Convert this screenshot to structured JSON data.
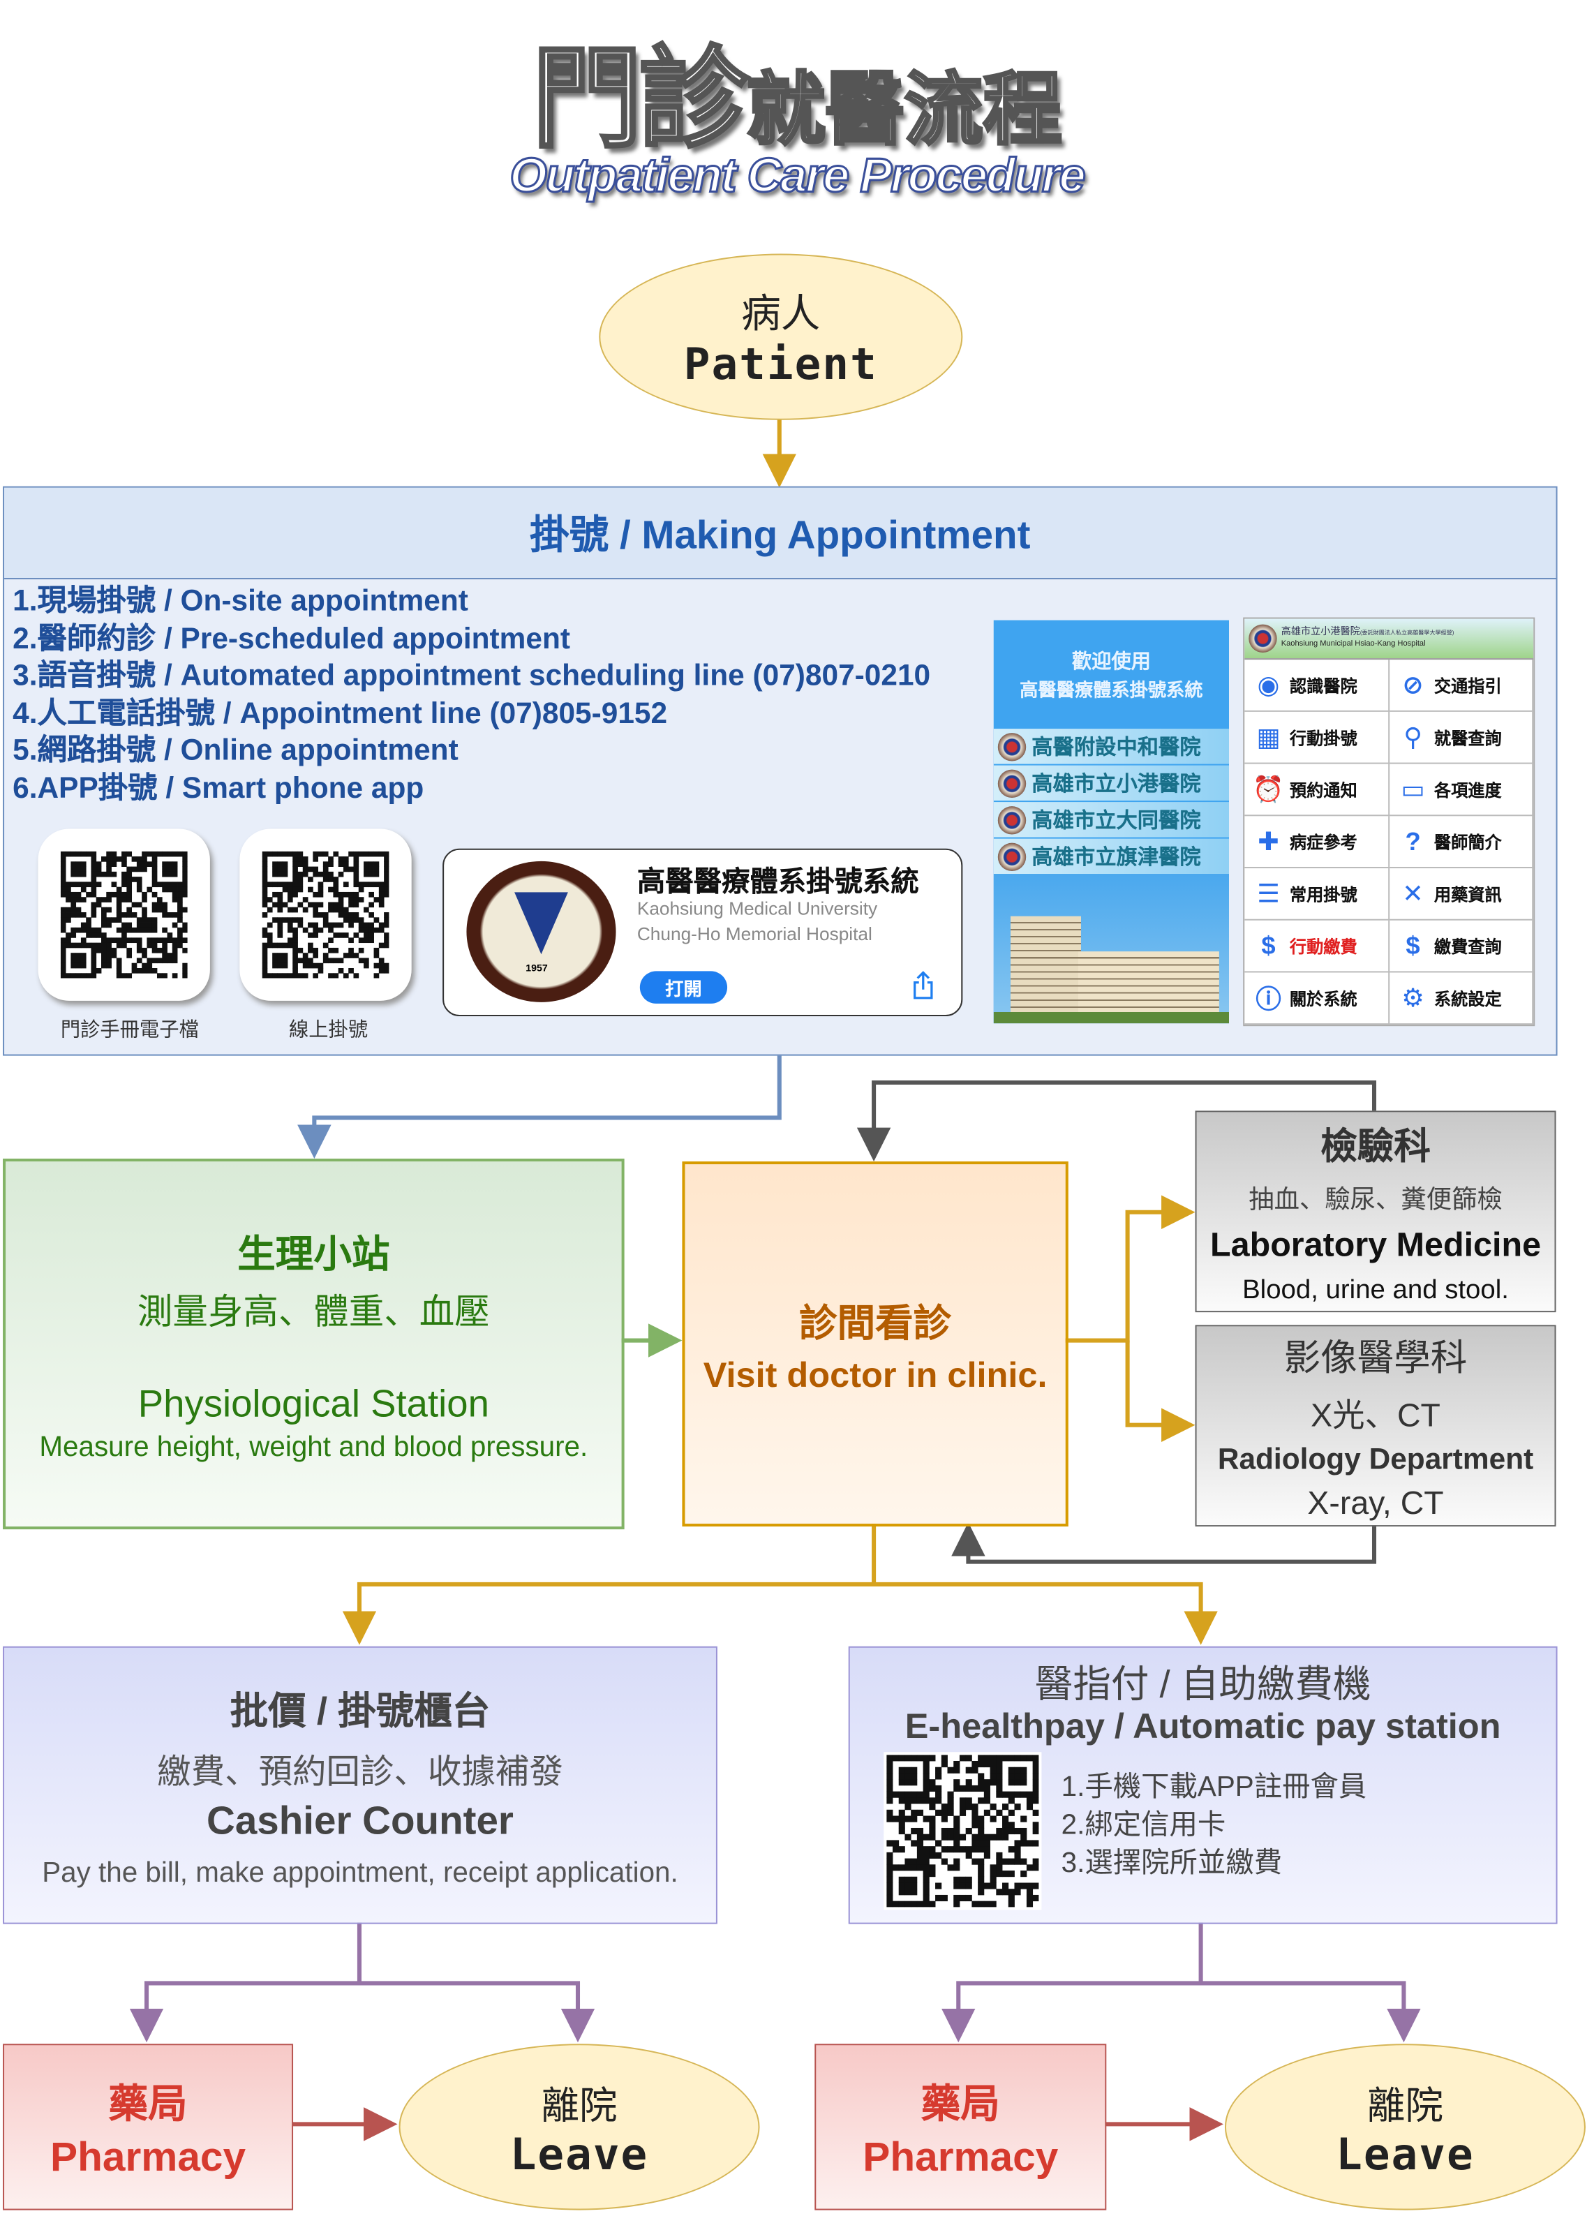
{
  "title": {
    "chinese_large": "門診",
    "chinese_rest": "就醫流程",
    "english": "Outpatient Care Procedure"
  },
  "patient": {
    "zh": "病人",
    "en": "Patient"
  },
  "appointment": {
    "title": "掛號 / Making Appointment",
    "items": [
      "1.現場掛號 / On-site appointment",
      "2.醫師約診 / Pre-scheduled appointment",
      "3.語音掛號 / Automated appointment scheduling line (07)807-0210",
      "4.人工電話掛號 / Appointment line (07)805-9152",
      "5.網路掛號 / Online appointment",
      "6.APP掛號 / Smart phone app"
    ],
    "qr_labels": [
      "門診手冊電子檔",
      "線上掛號"
    ],
    "app_card": {
      "name": "高醫醫療體系掛號系統",
      "line1": "Kaohsiung Medical University",
      "line2": "Chung-Ho Memorial Hospital",
      "open": "打開",
      "seal_year": "1957"
    },
    "phone_left": {
      "welcome": "歡迎使用",
      "system": "高醫醫療體系掛號系統",
      "hospitals": [
        "高醫附設中和醫院",
        "高雄市立小港醫院",
        "高雄市立大同醫院",
        "高雄市立旗津醫院"
      ]
    },
    "phone_right": {
      "hospital_zh": "高雄市立小港醫院",
      "hospital_note": "(委託財團法人私立高雄醫學大學經營)",
      "hospital_en": "Kaohsiung Municipal Hsiao-Kang Hospital",
      "menu": [
        {
          "label": "認識醫院",
          "icon": "seal-icon"
        },
        {
          "label": "交通指引",
          "icon": "compass-icon"
        },
        {
          "label": "行動掛號",
          "icon": "calendar-check-icon"
        },
        {
          "label": "就醫查詢",
          "icon": "magnifier-icon"
        },
        {
          "label": "預約通知",
          "icon": "alarm-clock-icon"
        },
        {
          "label": "各項進度",
          "icon": "monitor-icon"
        },
        {
          "label": "病症參考",
          "icon": "medical-kit-icon"
        },
        {
          "label": "醫師簡介",
          "icon": "doctor-question-icon"
        },
        {
          "label": "常用掛號",
          "icon": "list-icon"
        },
        {
          "label": "用藥資訊",
          "icon": "bandage-icon"
        },
        {
          "label": "行動繳費",
          "icon": "hand-money-icon"
        },
        {
          "label": "繳費查詢",
          "icon": "money-search-icon"
        },
        {
          "label": "關於系統",
          "icon": "info-icon"
        },
        {
          "label": "系統設定",
          "icon": "gear-icon"
        }
      ]
    }
  },
  "physio": {
    "zh_title": "生理小站",
    "zh_desc": "測量身高、體重、血壓",
    "en_title": "Physiological Station",
    "en_desc": "Measure height, weight and blood pressure."
  },
  "clinic": {
    "zh": "診間看診",
    "en": "Visit doctor in clinic."
  },
  "lab": {
    "zh_title": "檢驗科",
    "zh_desc": "抽血、驗尿、糞便篩檢",
    "en_title": "Laboratory Medicine",
    "en_desc": "Blood, urine and stool."
  },
  "radiology": {
    "zh_title": "影像醫學科",
    "zh_desc": "X光、CT",
    "en_title": "Radiology Department",
    "en_desc": "X-ray, CT"
  },
  "cashier": {
    "zh_title": "批價 / 掛號櫃台",
    "zh_desc": "繳費、預約回診、收據補發",
    "en_title": "Cashier Counter",
    "en_desc": "Pay the bill, make appointment, receipt application."
  },
  "epay": {
    "zh_title": "醫指付 / 自助繳費機",
    "en_title": "E-healthpay / Automatic pay station",
    "steps": [
      "1.手機下載APP註冊會員",
      "2.綁定信用卡",
      "3.選擇院所並繳費"
    ]
  },
  "pharmacy": {
    "zh": "藥局",
    "en": "Pharmacy"
  },
  "leave": {
    "zh": "離院",
    "en": "Leave"
  },
  "colors": {
    "blue_line": "#6c8ebf",
    "orange_line": "#d6a21e",
    "gray_line": "#555555",
    "purple_line": "#9673a6",
    "red_line": "#b85450",
    "green_line": "#82b366"
  }
}
